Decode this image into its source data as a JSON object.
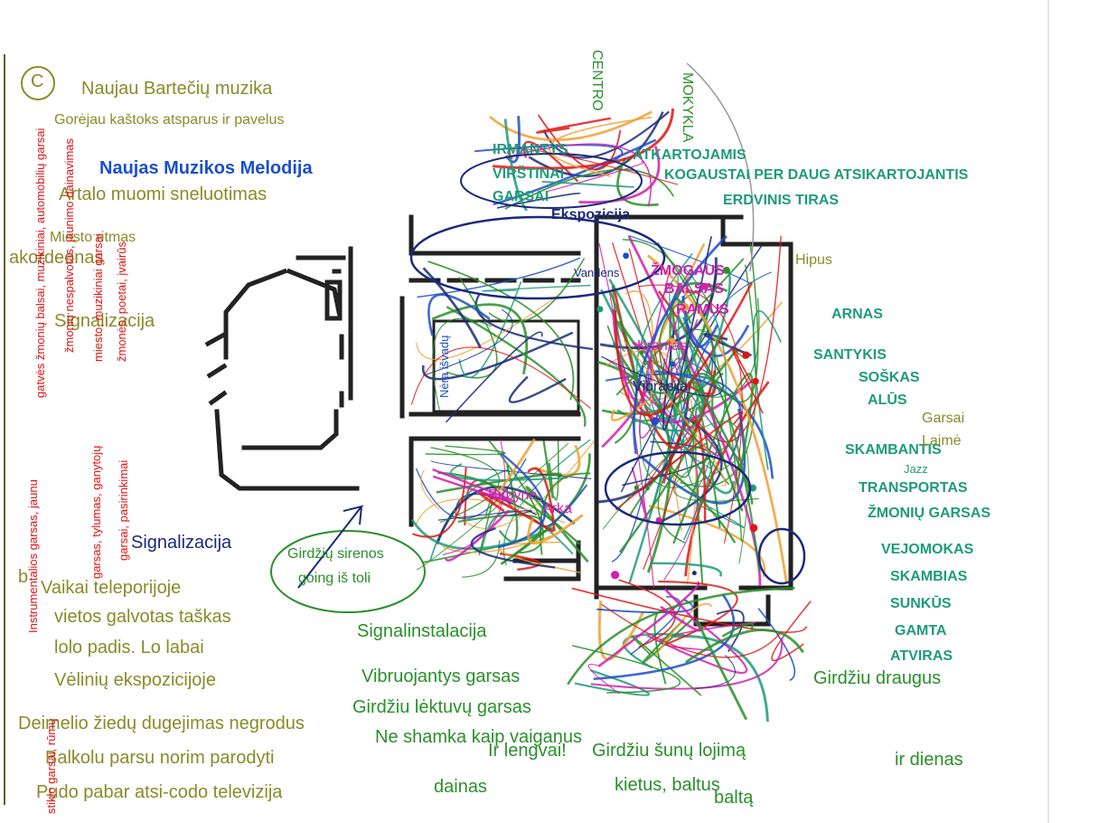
{
  "circle_label": "C",
  "left_column": {
    "lines": [
      "Naujau Bartečių muzika",
      "Gorėjau kaštoks atsparus ir pavelus",
      "Naujas Muzikos Melodija",
      "Artalo muomi sneluotimas",
      "Miesto ritmas",
      "akordeonas",
      "Signalizacija",
      "Signalizacija"
    ],
    "section_b": "b",
    "bottom_lines": [
      "Vaikai teleporijoje",
      "vietos galvotas taškas",
      "lolo padis. Lo labai",
      "Vėlinių ekspozicijoje",
      "Deimelio žiedų dugejimas negrodus",
      "Balkolu parsu norim parodyti",
      "Pudo pabar atsi-codo televizija"
    ]
  },
  "red_notes": [
    "gatvės žmonių balsai, muzikiniai, automobilių garsai",
    "žmonių nespalvotas, jaunimo dainavimas",
    "miesto, muzikiniai garsai",
    "žmonės, poetai, įvairūs",
    "Instrumentalios garsas, jaunu",
    "garsas, tylumas, ganytojų",
    "stiklo garsai, rūmų",
    "garsai, pasirinkimai"
  ],
  "annotations": {
    "signalizacija": "Signalizacija",
    "sirenos": "Girdžių sirenos",
    "sirenos2": "going iš toli",
    "bottom_green": [
      "Signalinstalacija",
      "Vibruojantys garsas",
      "Girdžiu lėktuvų garsas",
      "Ir lengvai!",
      "Ne shamka kaip vaiganus",
      "Girdžiu šunų lojimą",
      "Girdžiu draugus",
      "kietus, baltus",
      "baltą",
      "ir dienas",
      "dainas"
    ],
    "top_center": [
      "CENTRO",
      "MOKYKLA",
      "IRMANTYS",
      "VIRŠTINAI",
      "GARSAI",
      "ERDVINIS TIRAS",
      "ATKARTOJAMIS",
      "KOGAUSTAI PER DAUG ATSIKARTOJANTIS"
    ],
    "right_caps": [
      "Hipus",
      "ARNAS",
      "SANTYKIS",
      "SOŠKAS",
      "ALŪS",
      "SKAMBANTIS",
      "Garsai",
      "Laimė",
      "Jazz",
      "TRANSPORTAS",
      "ŽMONIŲ GARSAS",
      "VEJOMOKAS",
      "SKAMBIAS",
      "SUNKŪS",
      "GAMTA",
      "ATVIRAS"
    ],
    "center_words": [
      "Ekspozicija",
      "ŽMOGAUS",
      "BALSAS",
      "RAMUS",
      "Krantas",
      "Vibracija",
      "Vandens",
      "Birbynė",
      "Arka"
    ],
    "inner_small": "Nėra išvadų"
  },
  "colors": {
    "olive": "#8a8a2a",
    "blue": "#1b4fc9",
    "navy": "#1a2a7a",
    "green": "#2a8f2a",
    "teal": "#1f9b7a",
    "red": "#e01515",
    "magenta": "#d020b0",
    "orange": "#f0a030",
    "plan_line": "#222222"
  }
}
